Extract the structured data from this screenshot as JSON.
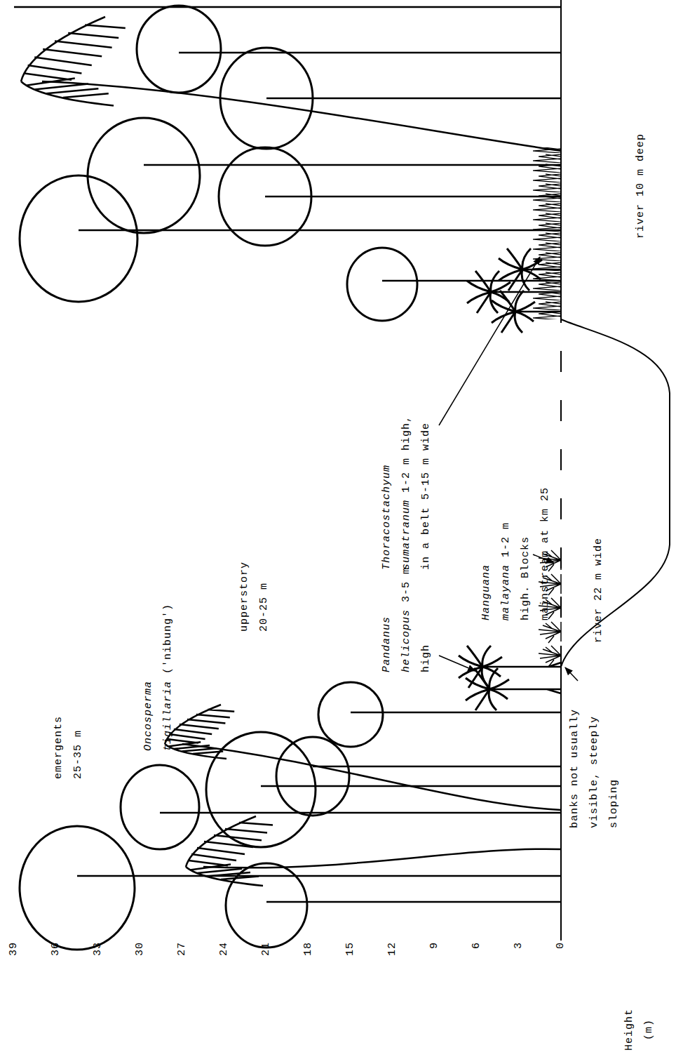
{
  "diagram": {
    "labels": [
      "emergents 25-35 m",
      "Oncosperma tigillaria",
      "('nibung')",
      "upperstory 20-25 m",
      "Pandanus helicopus",
      "3-5 m high",
      "Hanguana malayana",
      "1-2 m high. Blocks mainstream at km 25",
      "Thoracostachyum sumatranum",
      "1-2 m high, in a belt 5-15 m wide",
      "banks not usually visible, steeply sloping",
      "river 22 m wide",
      "river 10 m deep",
      "Height (m)",
      "39",
      "36",
      "33",
      "30",
      "27",
      "24",
      "21",
      "18",
      "15",
      "12",
      "9",
      "6",
      "3",
      "0"
    ]
  }
}
